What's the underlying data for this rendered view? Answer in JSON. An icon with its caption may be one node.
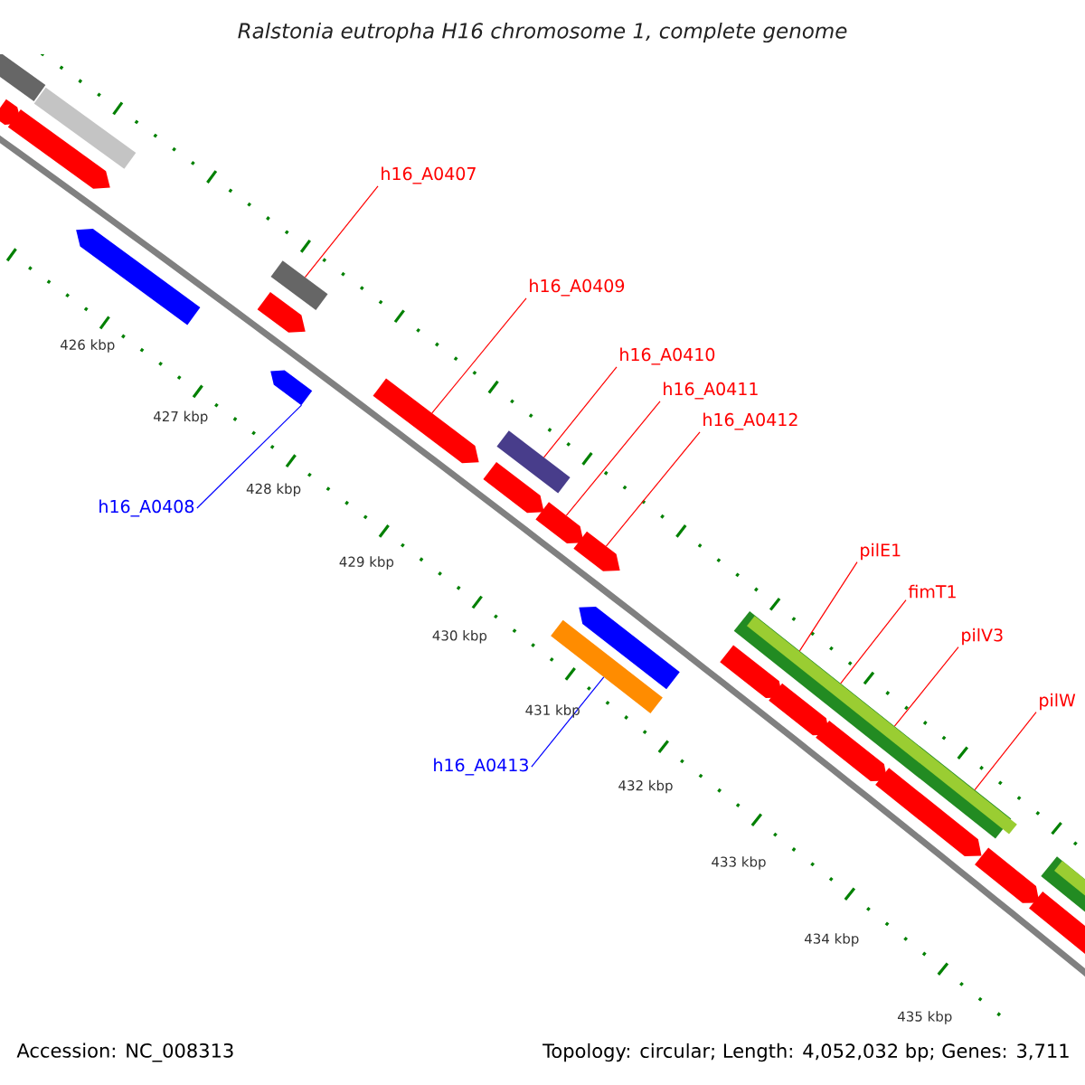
{
  "diagram": {
    "title": "Ralstonia eutropha H16 chromosome 1, complete genome",
    "nodes": [
      {
        "text": [
          "h16_A0407"
        ]
      },
      {
        "text": [
          "h16_A0409"
        ]
      },
      {
        "text": [
          "h16_A0410"
        ]
      },
      {
        "text": [
          "h16_A0411"
        ]
      },
      {
        "text": [
          "h16_A0412"
        ]
      },
      {
        "text": [
          "pilE1"
        ]
      },
      {
        "text": [
          "fimT1"
        ]
      },
      {
        "text": [
          "pilV3"
        ]
      },
      {
        "text": [
          "pilW"
        ]
      },
      {
        "text": [
          "h16_A0408"
        ]
      },
      {
        "text": [
          "h16_A0413"
        ]
      },
      {
        "text": [],
        "shape": "arrow"
      },
      {
        "text": [],
        "shape": "bar"
      },
      {
        "text": [],
        "shape": "arrow"
      },
      {
        "text": [],
        "shape": "bar"
      },
      {
        "text": [],
        "shape": "arrow"
      },
      {
        "text": [],
        "shape": "arrow"
      },
      {
        "text": [],
        "shape": "arrow"
      },
      {
        "text": [],
        "shape": "bar"
      },
      {
        "text": [],
        "shape": "arrow"
      },
      {
        "text": [],
        "shape": "arrow"
      },
      {
        "text": [],
        "shape": "bar"
      },
      {
        "text": [],
        "shape": "arrow"
      },
      {
        "text": [],
        "shape": "bar"
      },
      {
        "text": [],
        "shape": "arrow"
      },
      {
        "text": [],
        "shape": "arrow"
      },
      {
        "text": [],
        "shape": "arrow"
      },
      {
        "text": [],
        "shape": "bar"
      },
      {
        "text": [],
        "shape": "arrow"
      },
      {
        "text": [],
        "shape": "arrow"
      },
      {
        "text": [],
        "shape": "arrow"
      },
      {
        "text": [],
        "shape": "arrow"
      },
      {
        "text": [],
        "shape": "arrow"
      },
      {
        "text": [],
        "shape": "bar"
      }
    ],
    "edges": [
      {
        "from": 0,
        "to": 18,
        "arrow": "none"
      },
      {
        "from": 1,
        "to": 19,
        "arrow": "none"
      },
      {
        "from": 2,
        "to": 21,
        "arrow": "none"
      },
      {
        "from": 3,
        "to": 22,
        "arrow": "none"
      },
      {
        "from": 4,
        "to": 24,
        "arrow": "none"
      },
      {
        "from": 5,
        "to": 27,
        "arrow": "none"
      },
      {
        "from": 6,
        "to": 27,
        "arrow": "none"
      },
      {
        "from": 7,
        "to": 27,
        "arrow": "none"
      },
      {
        "from": 8,
        "to": 27,
        "arrow": "none"
      },
      {
        "from": 9,
        "to": 17,
        "arrow": "none",
        "color": "#0000ff"
      },
      {
        "from": 10,
        "to": 23,
        "arrow": "none",
        "color": "#0000ff"
      }
    ],
    "labels": [
      "426 kbp",
      "427 kbp",
      "428 kbp",
      "429 kbp",
      "430 kbp",
      "431 kbp",
      "432 kbp",
      "433 kbp",
      "434 kbp",
      "435 kbp",
      "Accession: NC_008313",
      "Topology: circular; Length: 4,052,032 bp; Genes: 3,711"
    ]
  }
}
